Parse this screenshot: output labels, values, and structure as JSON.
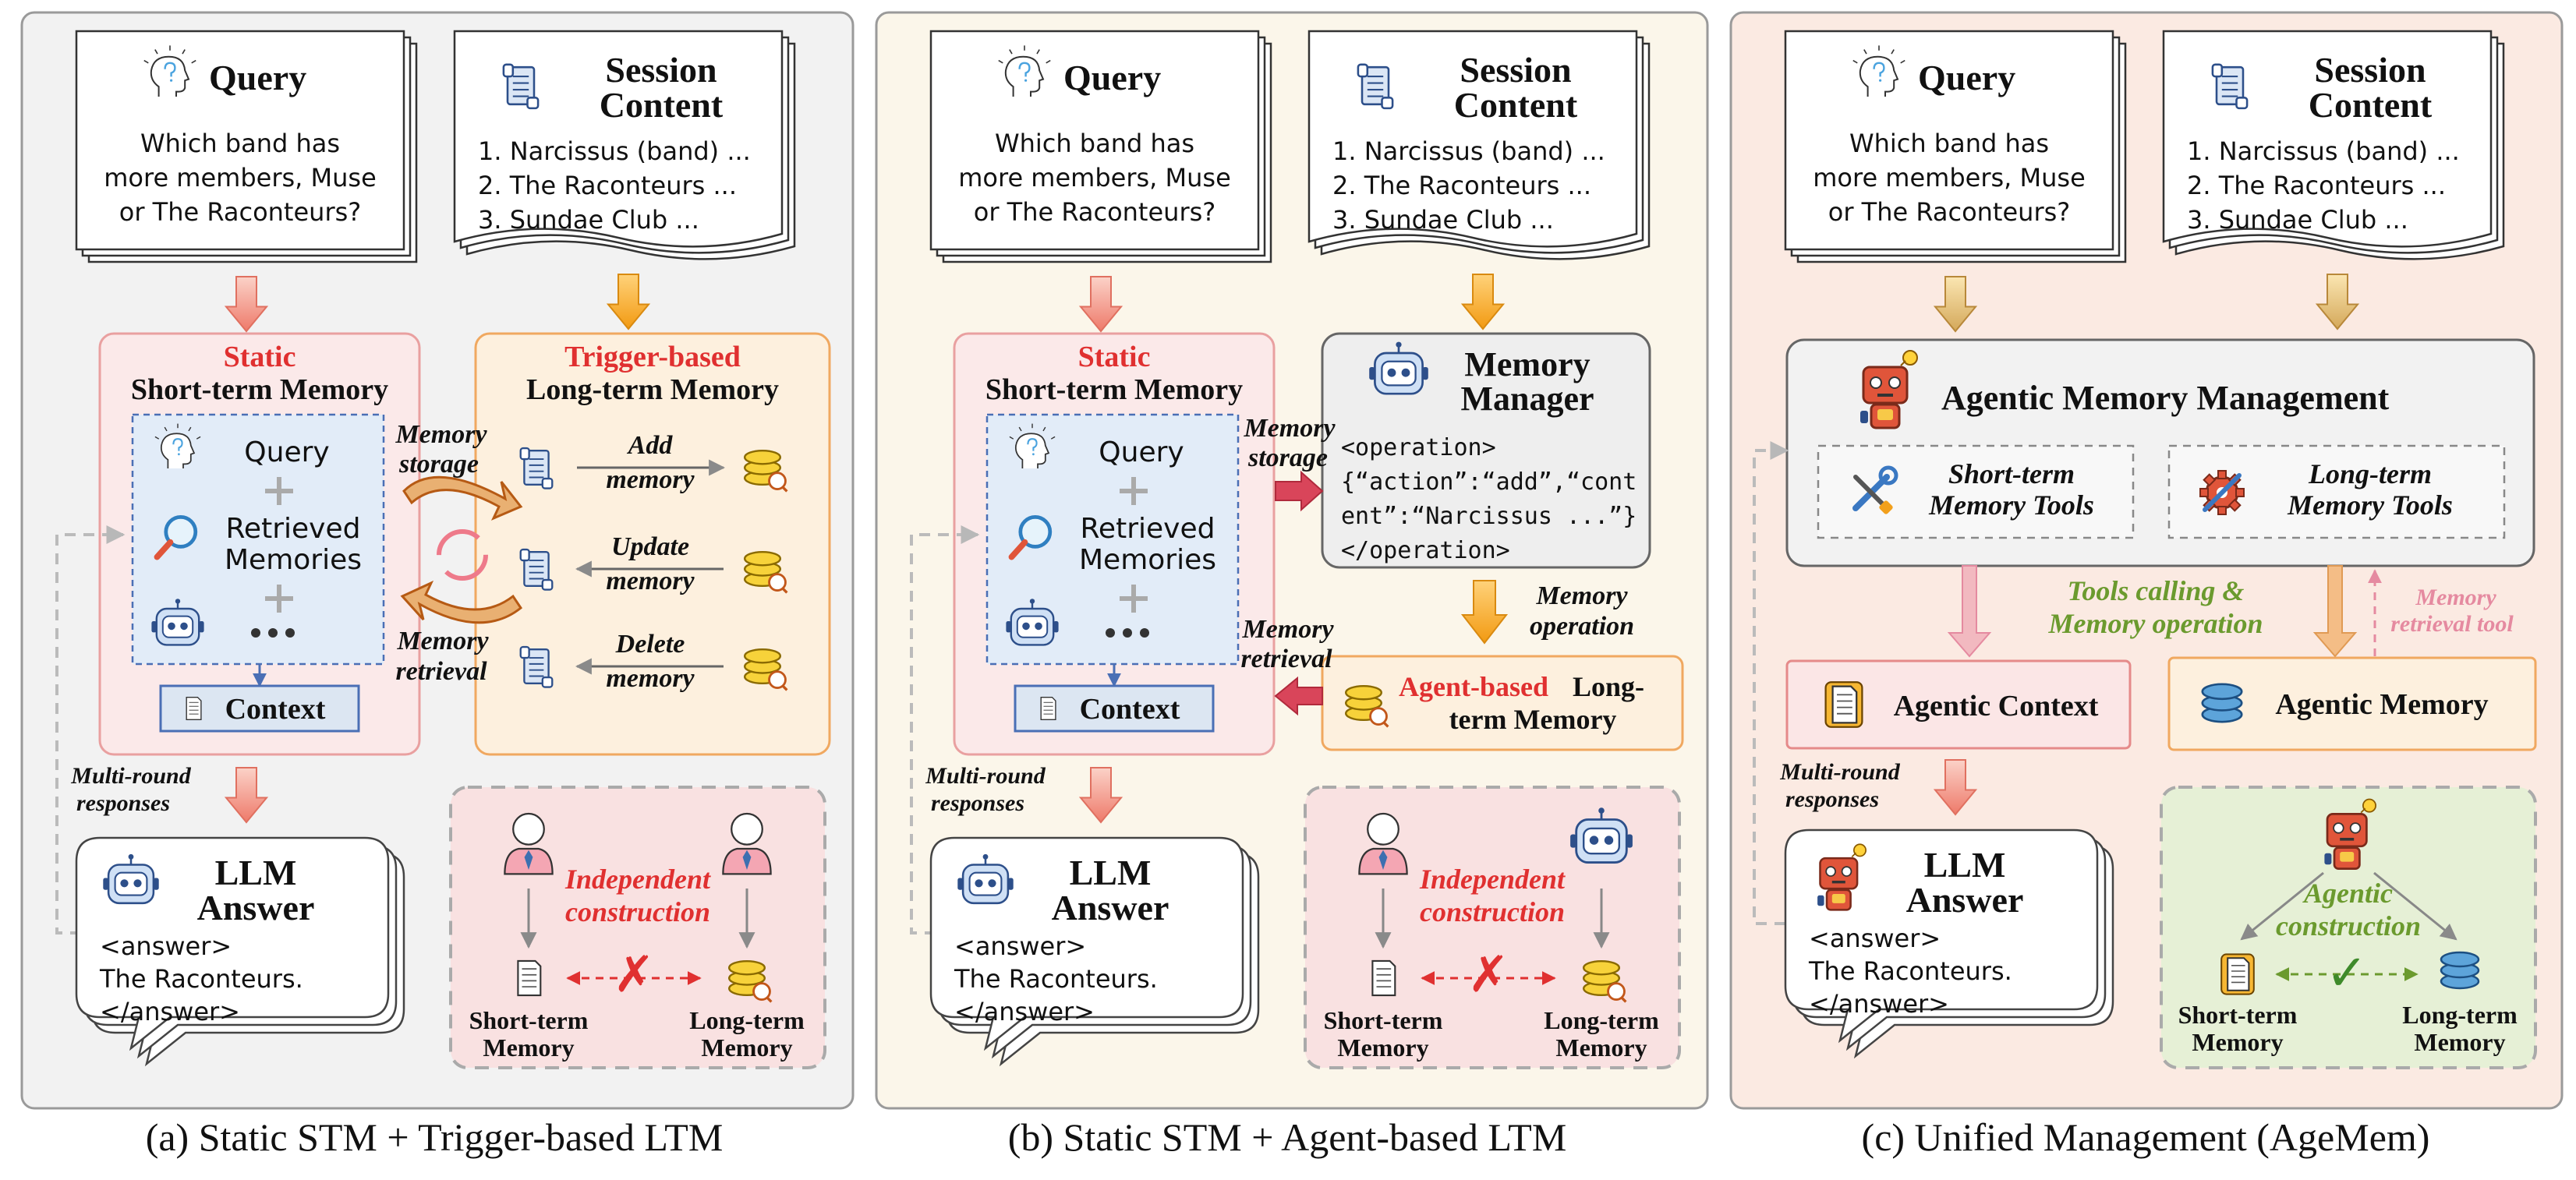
{
  "panels": [
    {
      "caption": "(a) Static STM + Trigger-based LTM",
      "query": {
        "title": "Query",
        "lines": [
          "Which band has",
          "more members, Muse",
          "or The Raconteurs?"
        ]
      },
      "session": {
        "title_lines": [
          "Session",
          "Content"
        ],
        "items": [
          "1. Narcissus (band) ...",
          "2. The Raconteurs ...",
          "3. Sundae Club ..."
        ]
      },
      "stm": {
        "title_red": "Static",
        "title": "Short-term Memory",
        "q": "Query",
        "rm_lines": [
          "Retrieved",
          "Memories"
        ],
        "ctx": "Context"
      },
      "ltm": {
        "title_red": "Trigger-based",
        "title": "Long-term Memory",
        "ops": [
          [
            "Add",
            "memory"
          ],
          [
            "Update",
            "memory"
          ],
          [
            "Delete",
            "memory"
          ]
        ]
      },
      "labels": {
        "storage": [
          "Memory",
          "storage"
        ],
        "retrieval": [
          "Memory",
          "retrieval"
        ],
        "multi": [
          "Multi-round",
          "responses"
        ]
      },
      "llm": {
        "title": [
          "LLM",
          "Answer"
        ],
        "lines": [
          "<answer>",
          "The Raconteurs.",
          "</answer>"
        ]
      },
      "indep": {
        "title": [
          "Independent",
          "construction"
        ],
        "stm": [
          "Short-term",
          "Memory"
        ],
        "ltm": [
          "Long-term",
          "Memory"
        ]
      }
    },
    {
      "caption": "(b) Static STM + Agent-based LTM",
      "query": {
        "title": "Query",
        "lines": [
          "Which band has",
          "more members, Muse",
          "or The Raconteurs?"
        ]
      },
      "session": {
        "title_lines": [
          "Session",
          "Content"
        ],
        "items": [
          "1. Narcissus (band) ...",
          "2. The Raconteurs ...",
          "3. Sundae Club ..."
        ]
      },
      "stm": {
        "title_red": "Static",
        "title": "Short-term Memory",
        "q": "Query",
        "rm_lines": [
          "Retrieved",
          "Memories"
        ],
        "ctx": "Context"
      },
      "manager": {
        "title": [
          "Memory",
          "Manager"
        ],
        "code": [
          "<operation>",
          "{“action”:“add”,“cont",
          "ent”:“Narcissus ...”}",
          "</operation>"
        ]
      },
      "op_label": [
        "Memory",
        "operation"
      ],
      "agent_ltm": {
        "red": "Agent-based",
        "rest": "Long-",
        "line2": "term Memory"
      },
      "labels": {
        "storage": [
          "Memory",
          "storage"
        ],
        "retrieval": [
          "Memory",
          "retrieval"
        ],
        "multi": [
          "Multi-round",
          "responses"
        ]
      },
      "llm": {
        "title": [
          "LLM",
          "Answer"
        ],
        "lines": [
          "<answer>",
          "The Raconteurs.",
          "</answer>"
        ]
      },
      "indep": {
        "title": [
          "Independent",
          "construction"
        ],
        "stm": [
          "Short-term",
          "Memory"
        ],
        "ltm": [
          "Long-term",
          "Memory"
        ]
      }
    },
    {
      "caption": "(c) Unified Management (AgeMem)",
      "query": {
        "title": "Query",
        "lines": [
          "Which band has",
          "more members, Muse",
          "or The Raconteurs?"
        ]
      },
      "session": {
        "title_lines": [
          "Session",
          "Content"
        ],
        "items": [
          "1. Narcissus (band) ...",
          "2. The Raconteurs ...",
          "3. Sundae Club ..."
        ]
      },
      "amm": {
        "title": "Agentic  Memory Management",
        "stm_tools": [
          "Short-term",
          "Memory Tools"
        ],
        "ltm_tools": [
          "Long-term",
          "Memory Tools"
        ]
      },
      "tools_label": [
        "Tools calling &",
        "Memory operation"
      ],
      "retrieval_tool": [
        "Memory",
        "retrieval tool"
      ],
      "ctx": "Agentic Context",
      "mem": "Agentic Memory",
      "multi": [
        "Multi-round",
        "responses"
      ],
      "llm": {
        "title": [
          "LLM",
          "Answer"
        ],
        "lines": [
          "<answer>",
          "The Raconteurs.",
          "</answer>"
        ]
      },
      "agentic": {
        "title": [
          "Agentic",
          "construction"
        ],
        "stm": [
          "Short-term",
          "Memory"
        ],
        "ltm": [
          "Long-term",
          "Memory"
        ]
      }
    }
  ],
  "colors": {
    "red": "#e03030",
    "green": "#6b9a2e",
    "pink": "#e58aa0",
    "orange": "#f2a01c",
    "darkorange": "#b65a14"
  }
}
